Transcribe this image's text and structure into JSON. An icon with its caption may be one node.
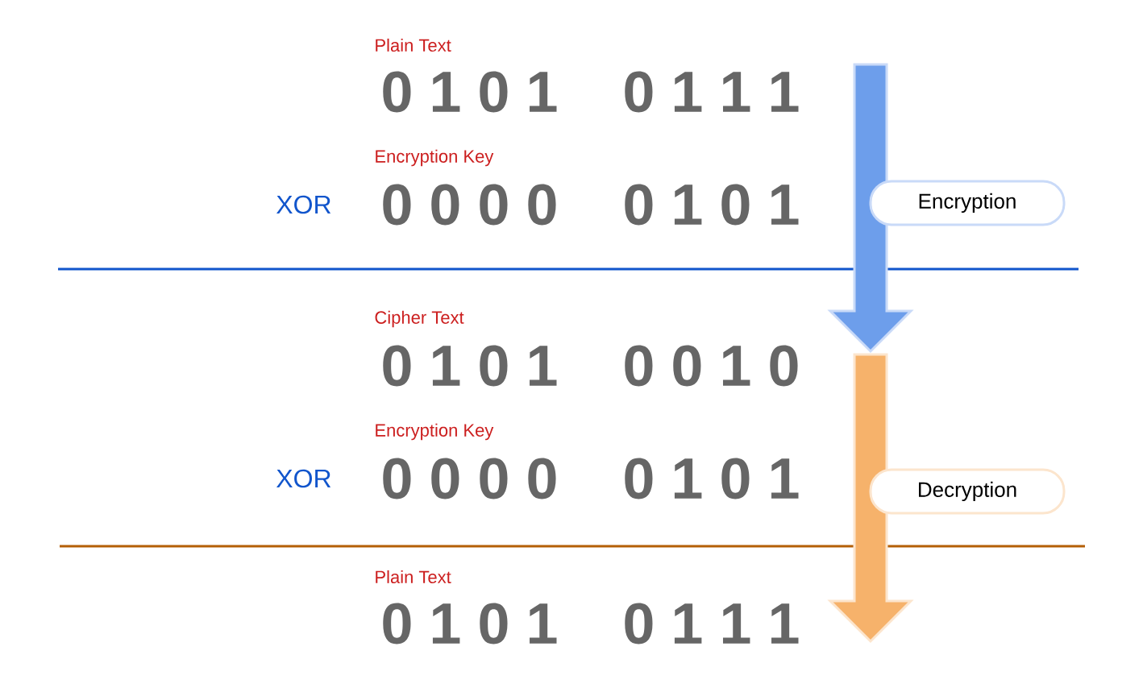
{
  "diagram": {
    "nodes": [
      {
        "text": [
          "Encryption"
        ]
      },
      {
        "text": [
          "Decryption"
        ]
      }
    ],
    "labels": [
      "Plain Text",
      "0 1 0 1",
      "0 1 1 1",
      "Encryption Key",
      "XOR",
      "0 0 0 0",
      "0 1 0 1",
      "Cipher Text",
      "0 1 0 1",
      "0 0 1 0",
      "Encryption Key",
      "XOR",
      "0 0 0 0",
      "0 1 0 1",
      "Plain Text",
      "0 1 0 1",
      "0 1 1 1"
    ]
  }
}
